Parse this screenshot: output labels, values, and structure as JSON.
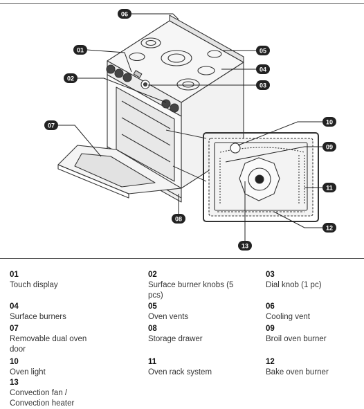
{
  "legend": [
    {
      "num": "01",
      "label": "Touch display"
    },
    {
      "num": "02",
      "label": "Surface burner knobs (5 pcs)"
    },
    {
      "num": "03",
      "label": "Dial knob (1 pc)"
    },
    {
      "num": "04",
      "label": "Surface burners"
    },
    {
      "num": "05",
      "label": "Oven vents"
    },
    {
      "num": "06",
      "label": "Cooling vent"
    },
    {
      "num": "07",
      "label": "Removable dual oven door"
    },
    {
      "num": "08",
      "label": "Storage drawer"
    },
    {
      "num": "09",
      "label": "Broil oven burner"
    },
    {
      "num": "10",
      "label": "Oven light"
    },
    {
      "num": "11",
      "label": "Oven rack system"
    },
    {
      "num": "12",
      "label": "Bake oven burner"
    },
    {
      "num": "13",
      "label": "Convection fan / Convection heater"
    }
  ],
  "callouts": [
    "06",
    "01",
    "05",
    "04",
    "02",
    "03",
    "07",
    "10",
    "09",
    "11",
    "08",
    "12",
    "13"
  ]
}
